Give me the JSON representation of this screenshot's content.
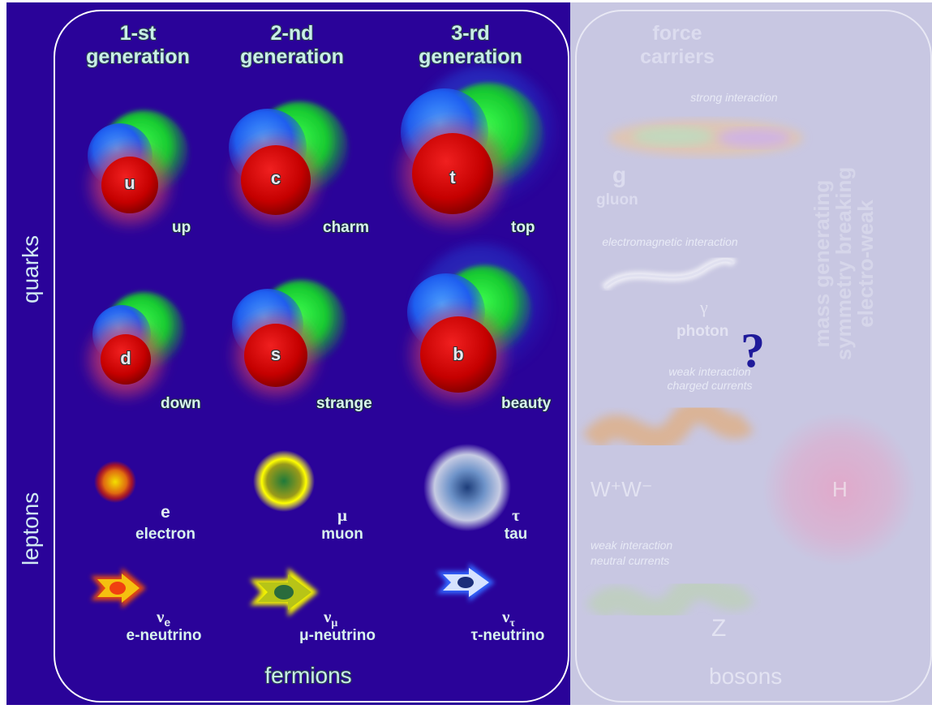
{
  "generations": [
    {
      "label": "1-st\ngeneration"
    },
    {
      "label": "2-nd\ngeneration"
    },
    {
      "label": "3-rd\ngeneration"
    }
  ],
  "side_labels": {
    "quarks": "quarks",
    "leptons": "leptons"
  },
  "quarks": [
    {
      "symbol": "u",
      "name": "up"
    },
    {
      "symbol": "c",
      "name": "charm"
    },
    {
      "symbol": "t",
      "name": "top"
    },
    {
      "symbol": "d",
      "name": "down"
    },
    {
      "symbol": "s",
      "name": "strange"
    },
    {
      "symbol": "b",
      "name": "beauty"
    }
  ],
  "leptons": [
    {
      "symbol": "e",
      "name": "electron"
    },
    {
      "symbol": "μ",
      "name": "muon"
    },
    {
      "symbol": "τ",
      "name": "tau"
    }
  ],
  "neutrinos": [
    {
      "symbol": "ν",
      "sub": "e",
      "name": "e-neutrino"
    },
    {
      "symbol": "ν",
      "sub": "μ",
      "name": "μ-neutrino"
    },
    {
      "symbol": "ν",
      "sub": "τ",
      "name": "τ-neutrino"
    }
  ],
  "fermions_label": "fermions",
  "bosons": {
    "header": "force\ncarriers",
    "strong": "strong interaction",
    "gluon_symbol": "g",
    "gluon_name": "gluon",
    "em": "electromagnetic interaction",
    "photon_symbol": "γ",
    "photon_name": "photon",
    "weak_charged": "weak interaction\ncharged currents",
    "w_label": "W⁺W⁻",
    "higgs_symbol": "H",
    "weak_neutral": "weak interaction\nneutral currents",
    "z_label": "Z",
    "question": "?",
    "ew_lines": [
      "electro-weak",
      "symmetry breaking",
      "mass generating"
    ],
    "footer": "bosons"
  },
  "colors": {
    "background": "#2a0399",
    "boson_panel": "#c9c8e3",
    "outline": "#ffffff"
  }
}
